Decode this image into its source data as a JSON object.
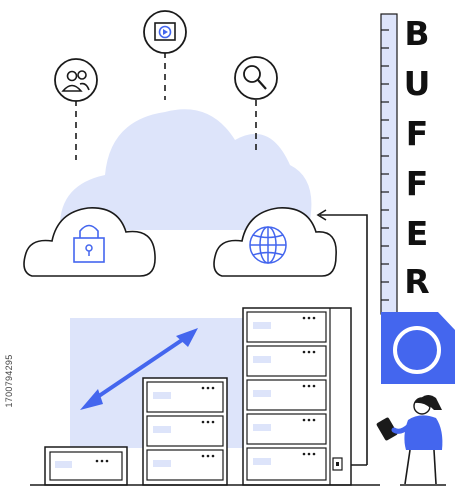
{
  "banner": {
    "letters": [
      "B",
      "U",
      "F",
      "F",
      "E",
      "R"
    ]
  },
  "stock_id": "1700794295",
  "icons": {
    "users": "users-icon",
    "video": "play-video-icon",
    "search": "search-icon",
    "lock": "lock-icon",
    "globe": "globe-icon",
    "tape_measure": "tape-measure-icon",
    "tablet": "tablet-icon"
  },
  "colors": {
    "accent": "#4466ee",
    "cloud_fill": "#dde4fa",
    "outline": "#1a1a1a",
    "panel_fill": "#dde4fa"
  }
}
